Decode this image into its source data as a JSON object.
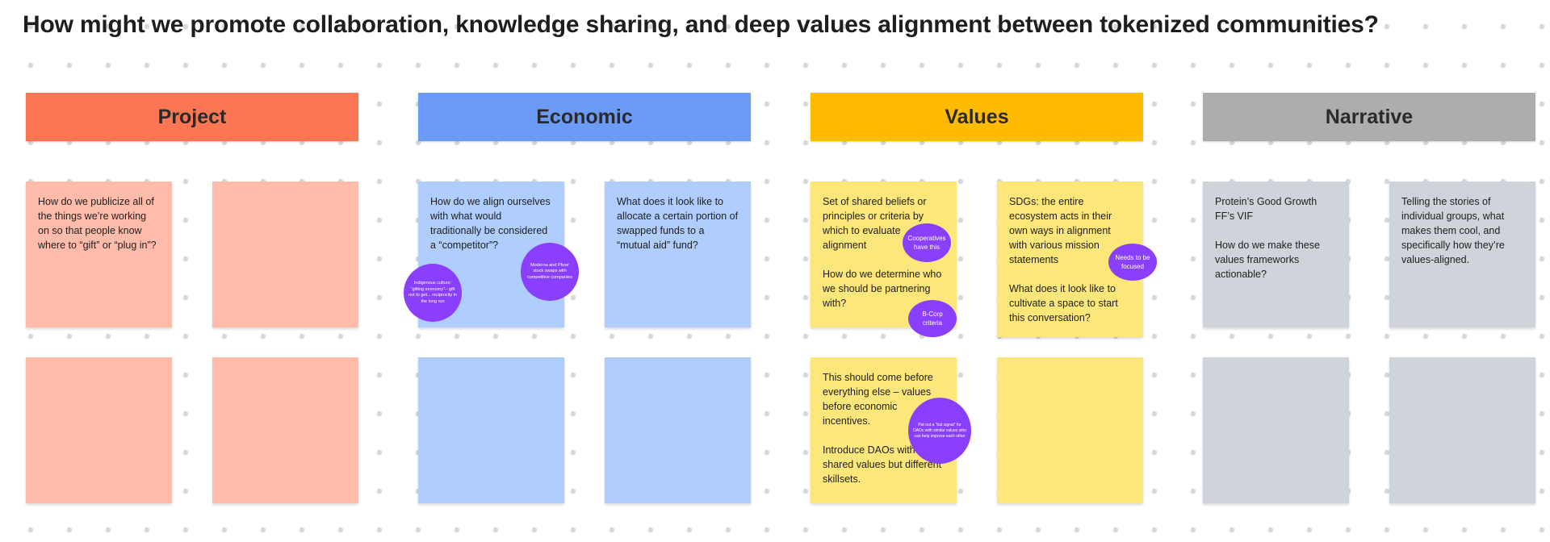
{
  "board": {
    "title": "How might we promote collaboration, knowledge sharing, and deep values alignment between tokenized communities?"
  },
  "colors": {
    "project_header": "#fc7654",
    "project_sticky": "#ffbcab",
    "economic_header": "#6b9bf7",
    "economic_sticky": "#afcdfd",
    "values_header": "#ffbb00",
    "values_sticky": "#fde67a",
    "narrative_header": "#adadad",
    "narrative_sticky": "#cfd3da",
    "dot": "#8a3ffc"
  },
  "columns": [
    {
      "label": "Project"
    },
    {
      "label": "Economic"
    },
    {
      "label": "Values"
    },
    {
      "label": "Narrative"
    }
  ],
  "stickies": {
    "project_1": "How do we publicize all of the things we’re working on so that people know where to “gift” or “plug in”?",
    "project_2": "",
    "project_3": "",
    "project_4": "",
    "economic_1": "How do we align ourselves with what would traditionally be considered a “competitor”?",
    "economic_2": "What does it look like to allocate a certain portion of swapped funds to a “mutual aid” fund?",
    "economic_3": "",
    "economic_4": "",
    "values_1": "Set of shared beliefs or principles or criteria by which to evaluate alignment\n\nHow do we determine who we should be partnering with?",
    "values_2": "SDGs: the entire ecosystem acts in their own ways in alignment with various mission statements\n\nWhat does it look like to cultivate a space to start this conversation?",
    "values_3": "This should come before everything else – values before economic incentives.\n\nIntroduce DAOs with shared values but different skillsets.",
    "values_4": "",
    "narrative_1": "Protein’s Good Growth FF’s VIF\n\nHow do we make these values frameworks actionable?",
    "narrative_2": "Telling the stories of individual groups, what makes them cool, and specifically how they’re values-aligned.",
    "narrative_3": "",
    "narrative_4": ""
  },
  "dots": {
    "indigenous": "Indigenous culture: “gifting economy”-- gift not to get... reciprocity in the long run",
    "moderna": "Moderna and Pfizer stock swaps with competitive companies",
    "cooperatives": "Cooperatives have this",
    "bcorp": "B-Corp criteria",
    "focused": "Needs to be focused",
    "signal": "Put out a “bat signal” for DAOs with similar values who can help improve each other"
  }
}
